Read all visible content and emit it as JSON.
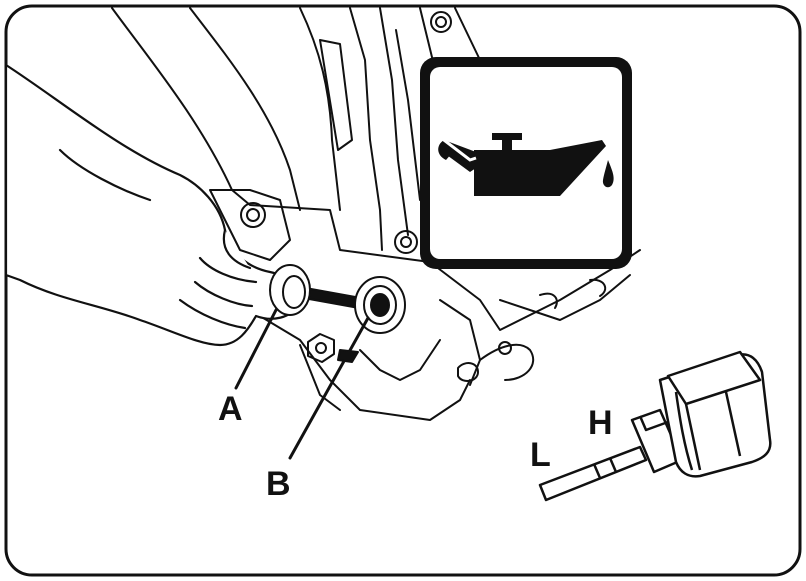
{
  "callouts": {
    "a": "A",
    "b": "B",
    "h": "H",
    "l": "L"
  },
  "icons": {
    "oil_warning": "oil-can-icon"
  },
  "colors": {
    "line": "#111111",
    "background": "#ffffff"
  }
}
